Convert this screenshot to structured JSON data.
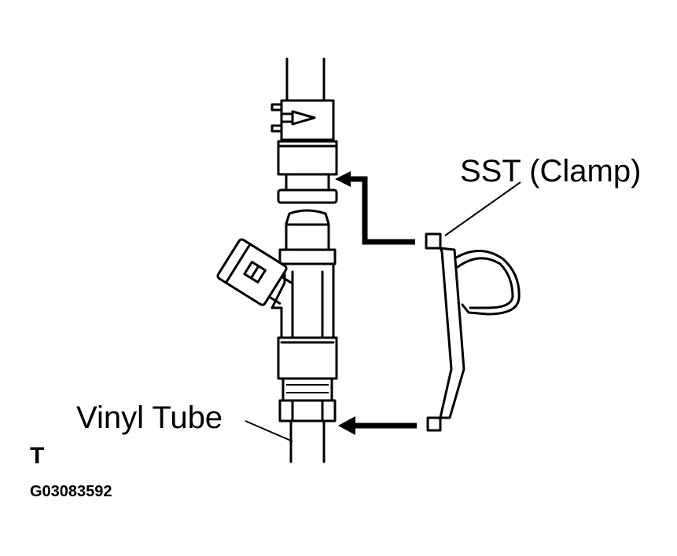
{
  "labels": {
    "sst_clamp": "SST (Clamp)",
    "vinyl_tube": "Vinyl Tube",
    "marker": "T",
    "figure_code": "G03083592"
  },
  "colors": {
    "ink": "#000000",
    "background": "#ffffff"
  }
}
